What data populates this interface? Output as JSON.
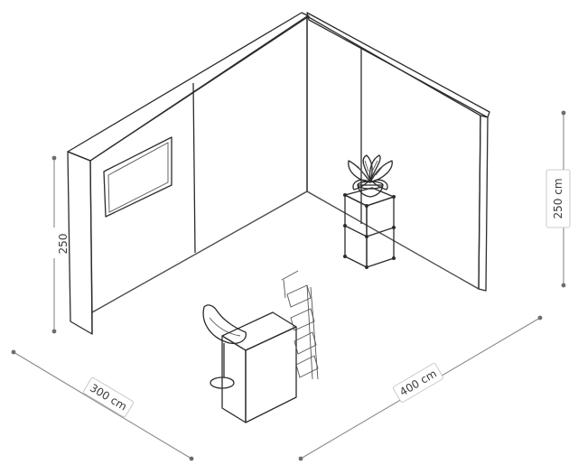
{
  "dimensions": {
    "width_label": "300 cm",
    "depth_label": "400 cm",
    "height_right_label": "250 cm",
    "height_left_label": "250"
  },
  "objects": [
    {
      "name": "wall-screen"
    },
    {
      "name": "potted-plant"
    },
    {
      "name": "shelf-cube-stand"
    },
    {
      "name": "counter-desk"
    },
    {
      "name": "bar-stool"
    },
    {
      "name": "brochure-rack"
    }
  ],
  "colors": {
    "wall": "#ffffff",
    "wall_cap": "#d8d8d8",
    "wall_side": "#f0f0f0",
    "line": "#2b2b2b",
    "dimension": "#8a8a8a"
  }
}
